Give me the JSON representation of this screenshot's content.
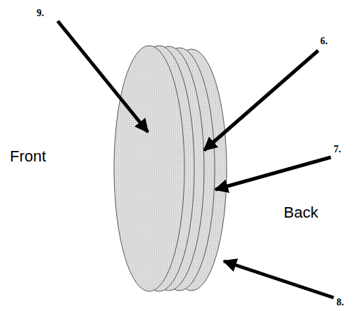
{
  "diagram": {
    "labels": [
      "9.",
      "6.",
      "Front",
      "7.",
      "Back",
      "8."
    ]
  }
}
